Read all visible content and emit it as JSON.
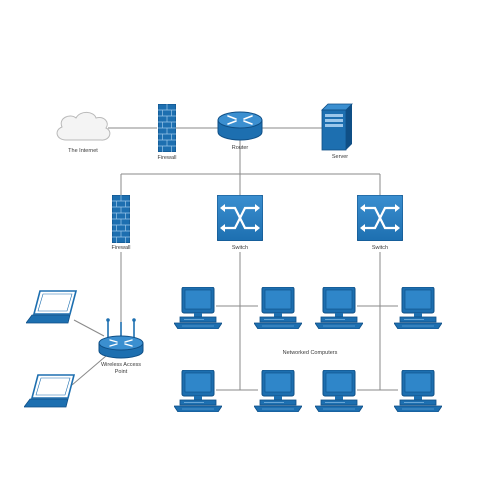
{
  "labels": {
    "internet": "The Internet",
    "firewall_top": "Firewall",
    "router": "Router",
    "server": "Server",
    "firewall_left": "Firewall",
    "switch_center": "Switch",
    "switch_right": "Switch",
    "networked_computers": "Networked Computers",
    "wap_line1": "Wireless Access",
    "wap_line2": "Point"
  },
  "colors": {
    "device_fill": "#1d6fb0",
    "device_dark": "#0f4f86",
    "device_light": "#3b8fd0",
    "line": "#8a8a8a",
    "cloud_fill": "#f4f4f4",
    "cloud_stroke": "#b9b9b9"
  },
  "icons": {
    "internet": "cloud-icon",
    "firewall": "brick-wall-icon",
    "router": "router-icon",
    "server": "server-tower-icon",
    "switch": "switch-icon",
    "computer": "desktop-computer-icon",
    "laptop": "laptop-icon",
    "wap": "wireless-access-point-icon"
  }
}
